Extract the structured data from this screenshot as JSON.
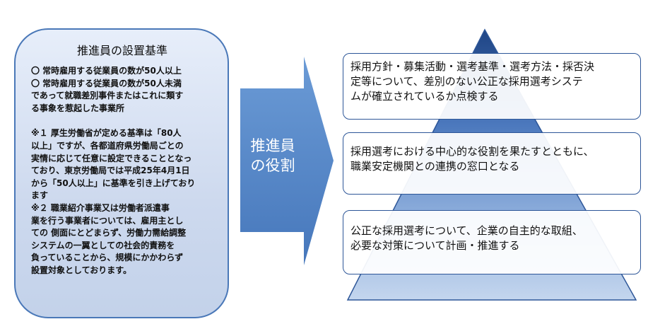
{
  "left_panel": {
    "title": "推進員の設置基準",
    "lines": [
      "〇 常時雇用する従業員の数が50人以上",
      "〇 常時雇用する従業員の数が50人未満",
      "であって就職差別事件またはこれに類す",
      "る事象を惹起した事業所",
      "※１ 厚生労働省が定める基準は「80人",
      "以上」ですが、各都道府県労働局ごとの",
      "実情に応じて任意に設定できることとなっ",
      "ており、東京労働局では平成25年4月1日",
      "から「50人以上」に基準を引き上げており",
      "ます",
      "※２ 職業紹介事業又は労働者派遣事",
      "業を行う事業者については、雇用主とし",
      "ての 側面にとどまらず、労働力需給調整",
      "システムの一翼としての社会的責務を",
      "負っていることから、規模にかかわらず",
      "設置対象としております。"
    ]
  },
  "arrow": {
    "line1": "推進員",
    "line2": "の役割"
  },
  "roles": [
    {
      "line1": "採用方針・募集活動・選考基準・選考方法・採否決",
      "line2": "定等について、差別のない公正な採用選考システ",
      "line3": "ムが確立されているか点検する"
    },
    {
      "line1": "採用選考における中心的な役割を果たすとともに、",
      "line2": "職業安定機関との連携の窓口となる"
    },
    {
      "line1": "公正な採用選考について、企業の自主的な取組、",
      "line2": "必要な対策について計画・推進する"
    }
  ],
  "colors": {
    "panel_border": "#4a78b8",
    "panel_fill": "#cdd9ee",
    "arrow_fill": "#4f81bd",
    "pyramid_top": "#244a86",
    "pyramid_bottom": "#b9cde9",
    "box_border": "#2d5698"
  }
}
